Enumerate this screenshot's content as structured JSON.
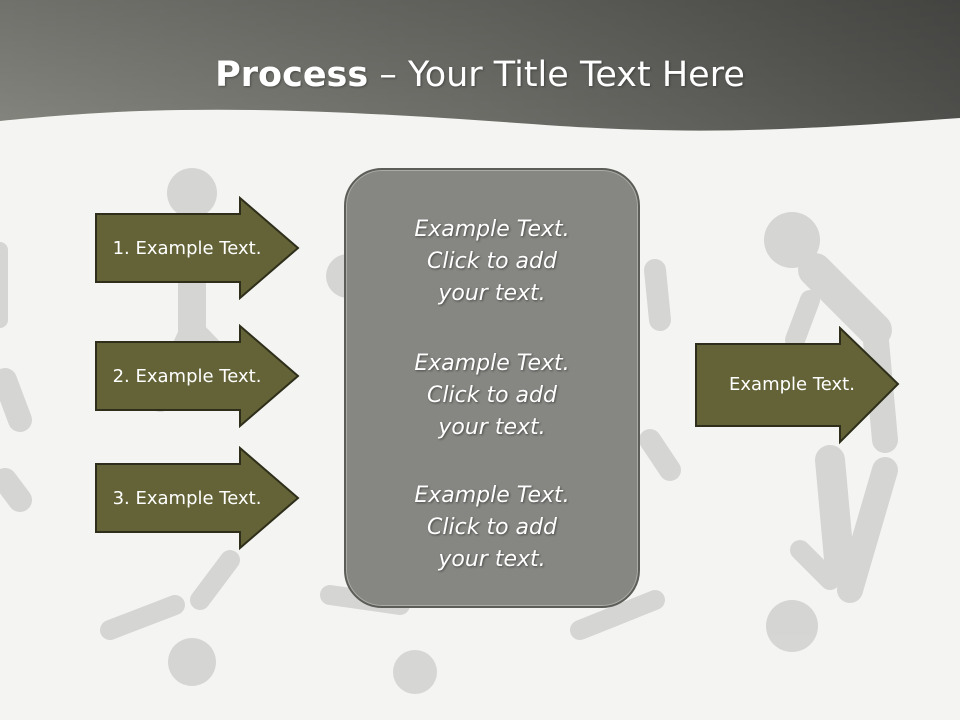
{
  "slide": {
    "title_bold": "Process",
    "title_rest": " – Your Title Text Here"
  },
  "arrows_left": [
    {
      "label": "1. Example Text."
    },
    {
      "label": "2. Example Text."
    },
    {
      "label": "3. Example Text."
    }
  ],
  "arrow_right": {
    "label": "Example Text."
  },
  "center_box": {
    "paragraphs": [
      {
        "lines": [
          "Example Text.",
          "Click  to add",
          "your text."
        ]
      },
      {
        "lines": [
          "Example Text.",
          "Click  to add",
          "your text."
        ]
      },
      {
        "lines": [
          "Example Text.",
          "Click  to add",
          "your text."
        ]
      }
    ]
  },
  "colors": {
    "arrow_fill": "#636337",
    "arrow_stroke": "#2e2e1a",
    "header_dark": "#5a5a56",
    "box_fill": "#868682"
  }
}
